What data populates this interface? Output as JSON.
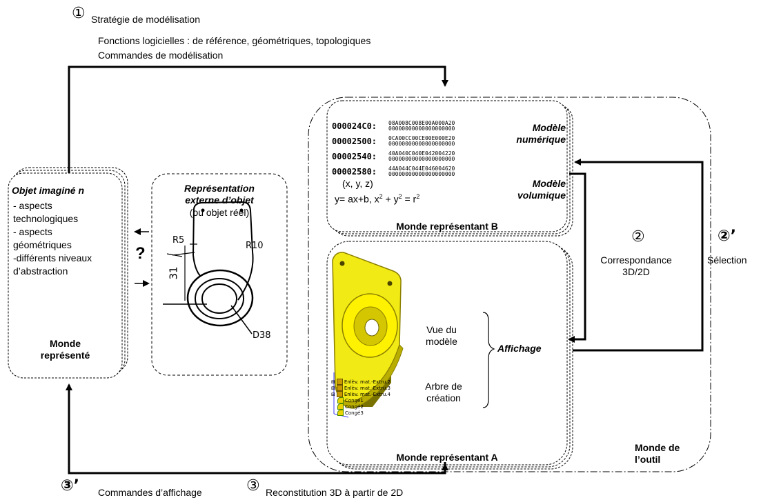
{
  "top": {
    "step1_marker": "①",
    "step1_label": "Stratégie de modélisation",
    "line1": "Fonctions logicielles : de référence, géométriques, topologiques",
    "line2": "Commandes de modélisation"
  },
  "monde_represente": {
    "title": "Objet imaginé n",
    "items": [
      "- aspects",
      "technologiques",
      "- aspects",
      "géométriques",
      "-différents niveaux",
      "d’abstraction"
    ],
    "footer_l1": "Monde",
    "footer_l2": "représenté"
  },
  "question_mark": "?",
  "representation": {
    "title_l1": "Représentation",
    "title_l2": "externe d’objet",
    "subtitle": "(ou objet réel)",
    "sketch_labels": {
      "r5": "R5",
      "r10": "R10",
      "dim31": "31",
      "d38": "D38"
    }
  },
  "representant_b": {
    "hex_rows": [
      {
        "addr": "000024C0:",
        "a": "08A008C008E00A000A20",
        "b": "00000000000000000000"
      },
      {
        "addr": "00002500:",
        "a": "0CA00CC00CE00E000E20",
        "b": "00000000000000000000"
      },
      {
        "addr": "00002540:",
        "a": "40A040C040E042004220",
        "b": "00000000000000000000"
      },
      {
        "addr": "00002580:",
        "a": "44A044C044E046004620",
        "b": "00000000000000000000"
      }
    ],
    "modele_numerique_l1": "Modèle",
    "modele_numerique_l2": "numérique",
    "xyz": "(x, y, z)",
    "eq_a": "y= ax+b, x",
    "eq_b": " + y",
    "eq_c": " = r",
    "sup": "2",
    "modele_volumique_l1": "Modèle",
    "modele_volumique_l2": "volumique",
    "footer": "Monde représentant B"
  },
  "representant_a": {
    "vue_l1": "Vue du",
    "vue_l2": "modèle",
    "affichage": "Affichage",
    "arbre_l1": "Arbre de",
    "arbre_l2": "création",
    "tree_items": [
      "Enlèv. mat.-Extru.2",
      "Enlèv. mat.-Extru.3",
      "Enlèv. mat.-Extru.4",
      "Congé1",
      "Congé2",
      "Congé3"
    ],
    "footer": "Monde représentant A"
  },
  "outil": {
    "l1": "Monde de",
    "l2": "l’outil"
  },
  "step2": {
    "marker": "②",
    "l1": "Correspondance",
    "l2": "3D/2D"
  },
  "step2p": {
    "marker": "②’",
    "label": "Sélection"
  },
  "bottom": {
    "step3p_marker": "③’",
    "step3p_label": "Commandes d’affichage",
    "step3_marker": "③",
    "step3_label": "Reconstitution 3D à partir de 2D"
  },
  "colors": {
    "part_yellow": "#f2ea14",
    "part_edge": "#8a7f00",
    "tree_icon": "#c89a00"
  }
}
